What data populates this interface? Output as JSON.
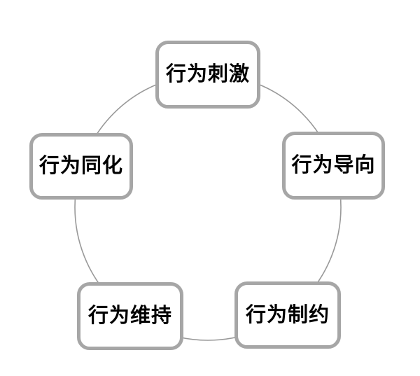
{
  "diagram": {
    "type": "cycle",
    "nodes": [
      {
        "id": "behavior-stimulate",
        "label": "行为刺激",
        "position": "top"
      },
      {
        "id": "behavior-orient",
        "label": "行为导向",
        "position": "right"
      },
      {
        "id": "behavior-constrain",
        "label": "行为制约",
        "position": "bottom-right"
      },
      {
        "id": "behavior-maintain",
        "label": "行为维持",
        "position": "bottom-left"
      },
      {
        "id": "behavior-assimilate",
        "label": "行为同化",
        "position": "left"
      }
    ],
    "colors": {
      "node_border": "#a6a6a6",
      "circle_stroke": "#999999",
      "text": "#000000",
      "background": "#ffffff"
    }
  }
}
